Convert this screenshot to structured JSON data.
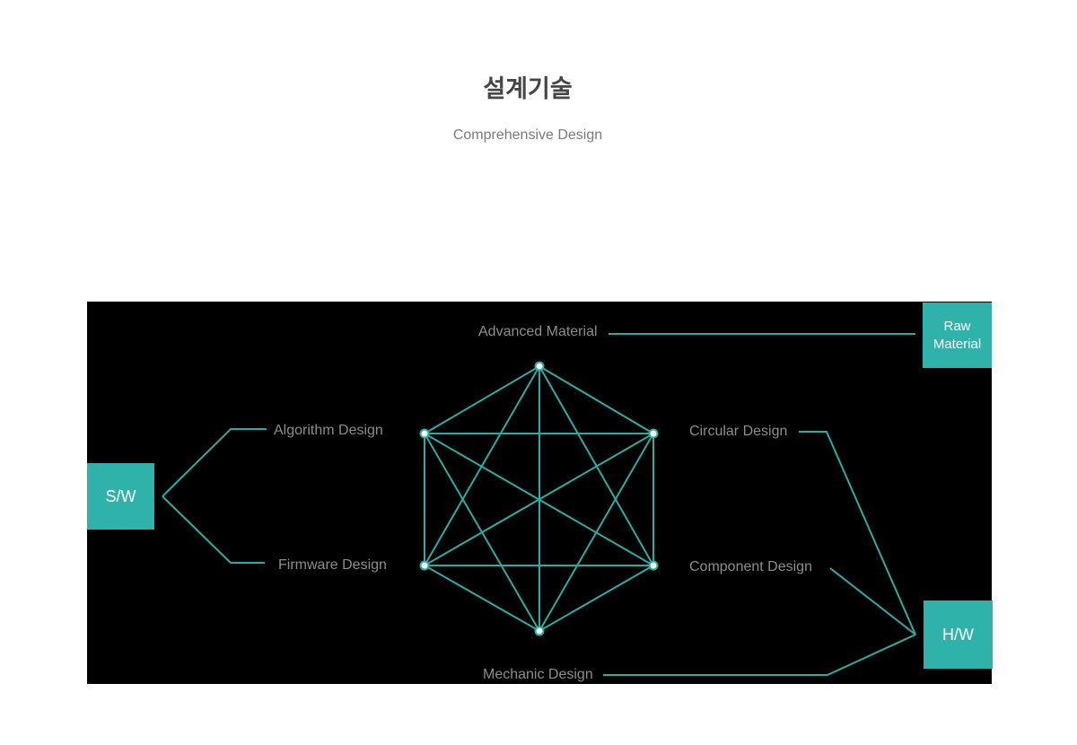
{
  "header": {
    "title_korean": "설계기술",
    "title_english": "Comprehensive Design"
  },
  "colors": {
    "teal_accent": "#2fb2aa",
    "line_teal": "#28ada5",
    "panel_background": "#000000",
    "node_fill": "#ffffff",
    "label_gray": "#8c8c8c",
    "title_gray": "#464646",
    "subtitle_gray": "#7a7a7a",
    "box_text": "#ffffff"
  },
  "diagram": {
    "network": {
      "type": "complete-graph",
      "node_count": 6,
      "edge_count": 15
    },
    "labels": {
      "advanced": "Advanced Material",
      "algorithm": "Algorithm Design",
      "firmware": "Firmware Design",
      "circular": "Circular Design",
      "component": "Component Design",
      "mechanic": "Mechanic Design"
    },
    "boxes": {
      "sw": "S/W",
      "raw_line1": "Raw",
      "raw_line2": "Material",
      "hw": "H/W"
    }
  }
}
